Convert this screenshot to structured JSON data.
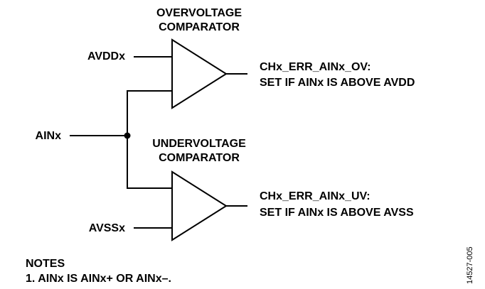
{
  "overvoltage": {
    "title_line1": "OVERVOLTAGE",
    "title_line2": "COMPARATOR",
    "input_label": "AVDDx",
    "output_line1": "CHx_ERR_AINx_OV:",
    "output_line2": "SET IF AINx IS ABOVE AVDD"
  },
  "undervoltage": {
    "title_line1": "UNDERVOLTAGE",
    "title_line2": "COMPARATOR",
    "input_label": "AVSSx",
    "output_line1": "CHx_ERR_AINx_UV:",
    "output_line2": "SET IF AINx IS ABOVE AVSS"
  },
  "common_input_label": "AINx",
  "notes": {
    "heading": "NOTES",
    "item1": "1. AINx IS AINx+ OR AINx–."
  },
  "figure_id": "14527-005"
}
